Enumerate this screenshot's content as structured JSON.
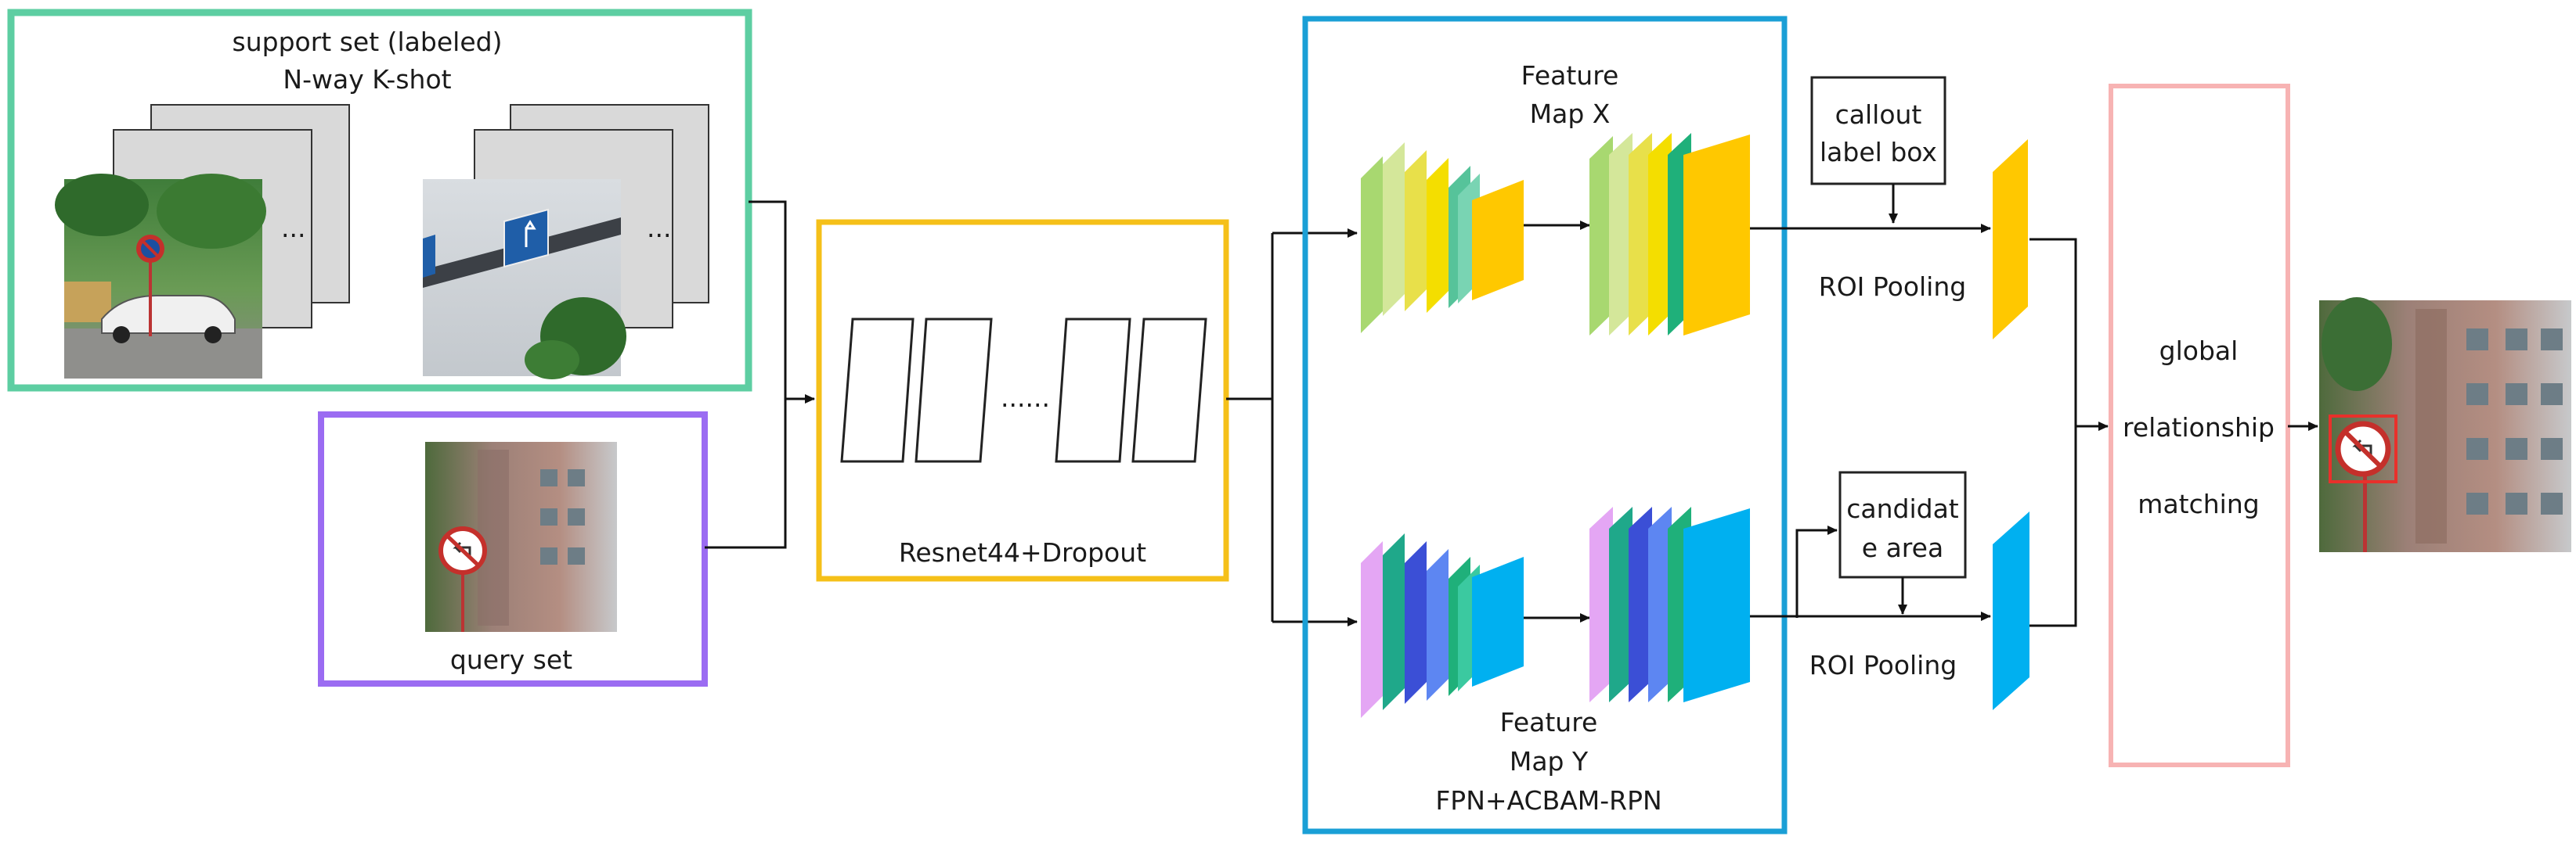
{
  "support_set": {
    "title_line1": "support set (labeled)",
    "title_line2": "N-way K-shot",
    "ellipsis_1": "...",
    "ellipsis_2": "..."
  },
  "query_set": {
    "label": "query set"
  },
  "backbone": {
    "label": "Resnet44+Dropout",
    "ellipsis": "......"
  },
  "feature_map_x": {
    "line1": "Feature",
    "line2": "Map X"
  },
  "feature_map_y": {
    "line1": "Feature",
    "line2": "Map Y",
    "line3": "FPN+ACBAM-RPN"
  },
  "callout": {
    "line1": "callout",
    "line2": "label box"
  },
  "candidate": {
    "line1": "candidat",
    "line2": "e area"
  },
  "roi_pooling_top": "ROI Pooling",
  "roi_pooling_bottom": "ROI Pooling",
  "matching": {
    "line1": "global",
    "line2": "relationship",
    "line3": "matching"
  },
  "colors": {
    "support_border": "#5dcea2",
    "query_border": "#9b6cf2",
    "backbone_border": "#f5c019",
    "fpn_border": "#1a9fd6",
    "matching_border": "#f7b3b3",
    "roi_top": "#ffc800",
    "roi_bottom": "#00b0f0"
  },
  "icons": [
    "no-parking-sign",
    "no-left-turn-sign",
    "direction-sign"
  ]
}
